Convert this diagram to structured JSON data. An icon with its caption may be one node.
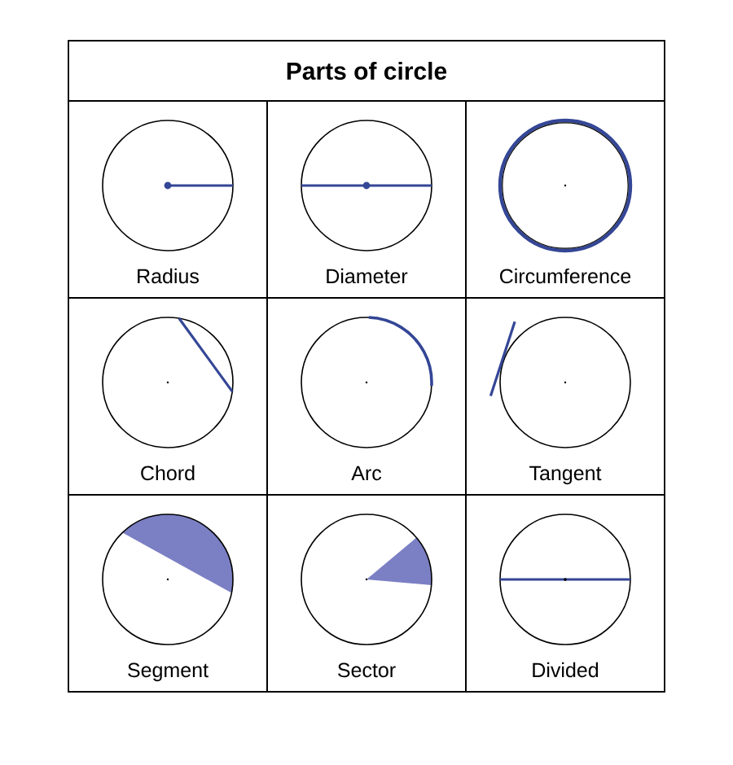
{
  "diagram": {
    "title": "Parts of circle",
    "nodes": [
      {
        "text": [
          "Radius"
        ]
      },
      {
        "text": [
          "Diameter"
        ]
      },
      {
        "text": [
          "Circumference"
        ]
      },
      {
        "text": [
          "Chord"
        ]
      },
      {
        "text": [
          "Arc"
        ]
      },
      {
        "text": [
          "Tangent"
        ]
      },
      {
        "text": [
          "Segment"
        ]
      },
      {
        "text": [
          "Sector"
        ]
      },
      {
        "text": [
          "Divided"
        ]
      }
    ]
  }
}
